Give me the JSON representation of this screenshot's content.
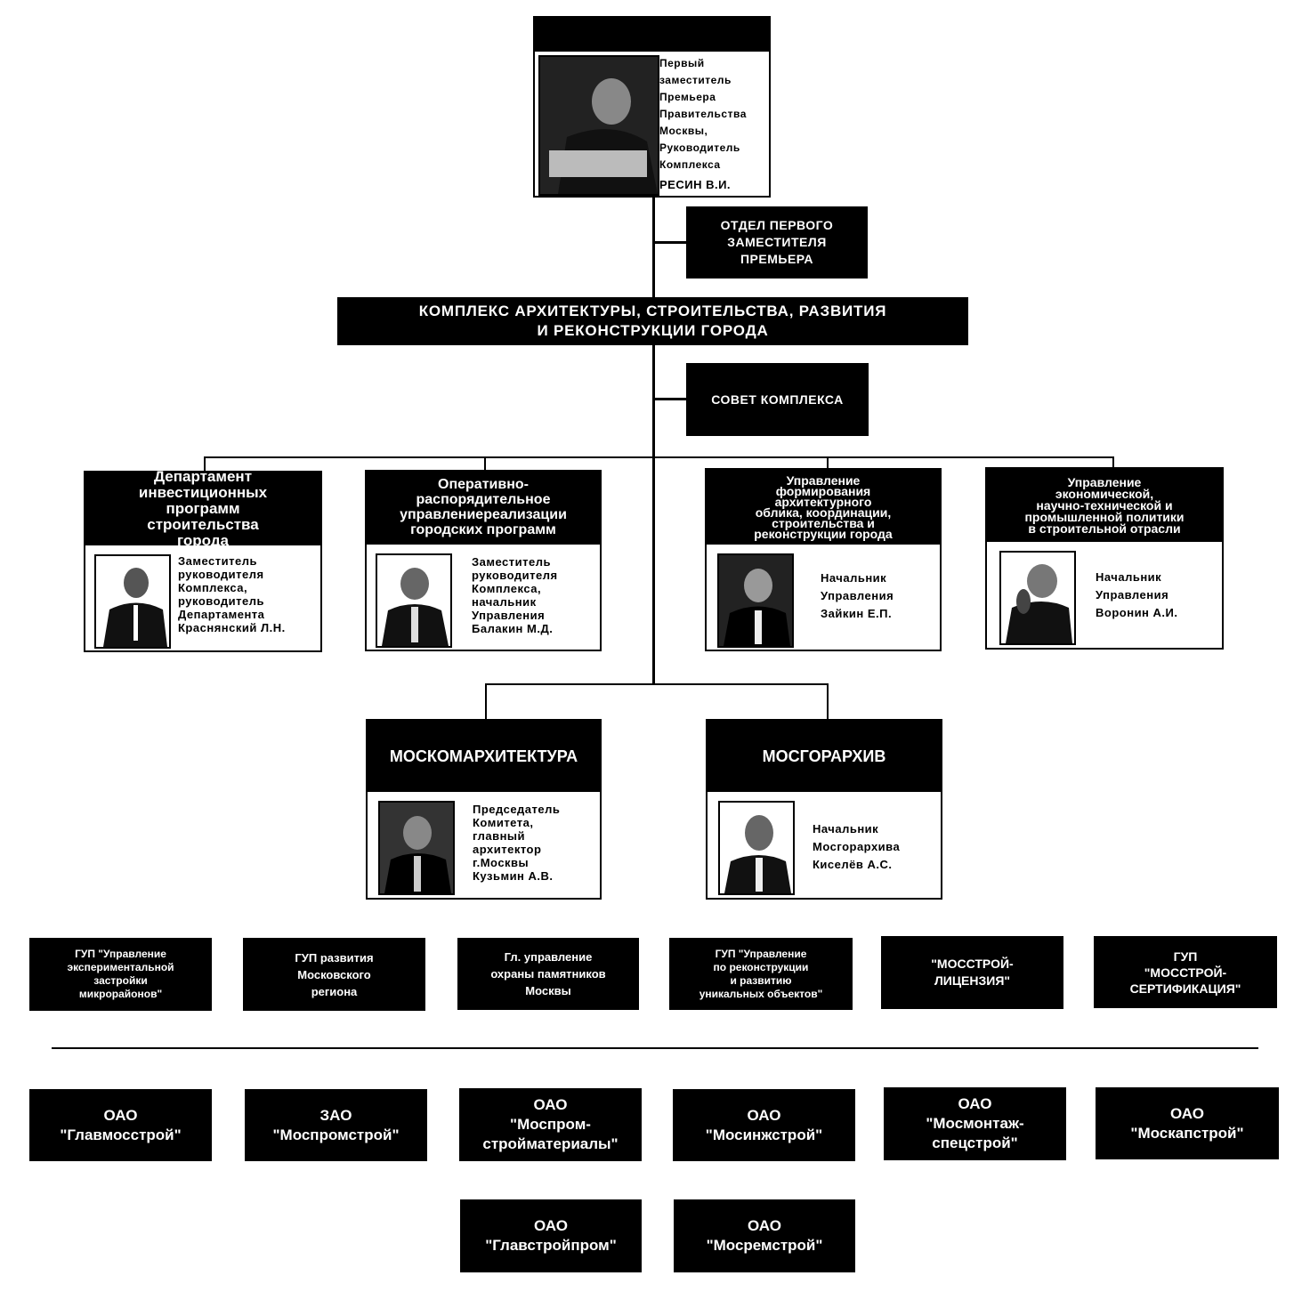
{
  "top_person": {
    "caption": "Первый\nзаместитель\nПремьера\nПравительства\nМосквы,\nРуководитель\nКомплекса",
    "name": "РЕСИН В.И.",
    "photo_icon": "portrait-photo"
  },
  "first_deputy_dept": "ОТДЕЛ ПЕРВОГО\nЗАМЕСТИТЕЛЯ\nПРЕМЬЕРА",
  "complex_title": "КОМПЛЕКС АРХИТЕКТУРЫ, СТРОИТЕЛЬСТВА, РАЗВИТИЯ\nИ РЕКОНСТРУКЦИИ ГОРОДА",
  "council": "СОВЕТ КОМПЛЕКСА",
  "departments": [
    {
      "title": "Департамент\nинвестиционных\nпрограмм\nстроительства\nгорода",
      "caption": "Заместитель\nруководителя\nКомплекса,\nруководитель\nДепартамента\nКраснянский Л.Н."
    },
    {
      "title": "Оперативно-\nраспорядительное\nуправлениереализации\nгородских программ",
      "caption": "Заместитель\nруководителя\nКомплекса,\nначальник\nУправления\nБалакин М.Д."
    },
    {
      "title": "Управление\nформирования\nархитектурного\nоблика, координации,\nстроительства и\nреконструкции города",
      "caption": "Начальник\nУправления\nЗайкин Е.П."
    },
    {
      "title": "Управление\nэкономической,\nнаучно-технической и\nпромышленной политики\nв строительной отрасли",
      "caption": "Начальник\nУправления\nВоронин А.И."
    }
  ],
  "committees": [
    {
      "title": "МОСКОМАРХИТЕКТУРА",
      "caption": "Председатель\nКомитета,\nглавный\nархитектор\nг.Москвы\nКузьмин А.В."
    },
    {
      "title": "МОСГОРАРХИВ",
      "caption": "Начальник\nМосгорархива\nКиселёв А.С."
    }
  ],
  "unitary_enterprises": [
    "ГУП \"Управление\nэкспериментальной\nзастройки\nмикрорайонов\"",
    "ГУП развития\nМосковского\nрегиона",
    "Гл. управление\nохраны памятников\nМосквы",
    "ГУП \"Управление\nпо реконструкции\nи развитию\nуникальных объектов\"",
    "\"МОССТРОЙ-\nЛИЦЕНЗИЯ\"",
    "ГУП\n\"МОССТРОЙ-\nСЕРТИФИКАЦИЯ\""
  ],
  "companies": [
    "ОАО\n\"Главмосстрой\"",
    "ЗАО\n\"Моспромстрой\"",
    "ОАО\n\"Моспром-\nстройматериалы\"",
    "ОАО\n\"Мосинжстрой\"",
    "ОАО\n\"Мосмонтаж-\nспецстрой\"",
    "ОАО\n\"Москапстрой\"",
    "ОАО\n\"Главстройпром\"",
    "ОАО\n\"Мосремстрой\""
  ]
}
